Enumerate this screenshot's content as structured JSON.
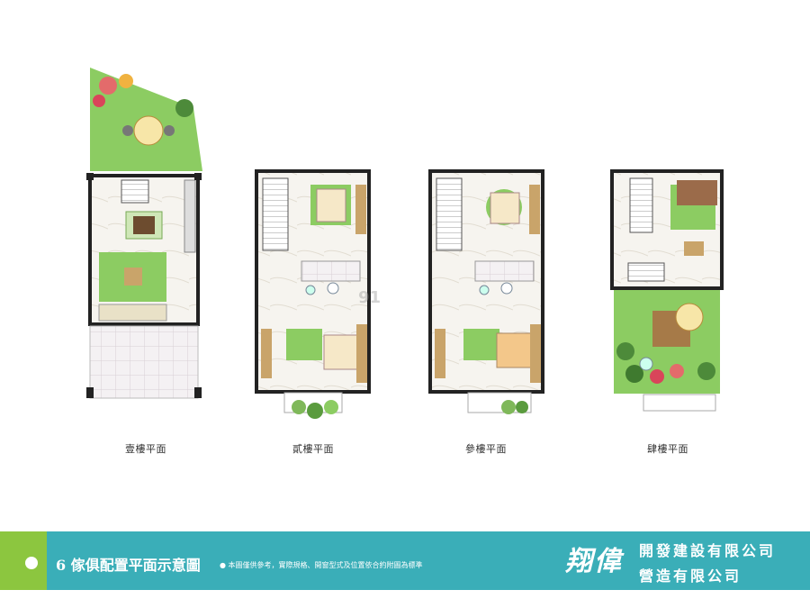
{
  "floors": [
    {
      "id": "floor-1",
      "label": "壹樓平面"
    },
    {
      "id": "floor-2",
      "label": "貳樓平面"
    },
    {
      "id": "floor-3",
      "label": "參樓平面"
    },
    {
      "id": "floor-4",
      "label": "肆樓平面"
    }
  ],
  "footer": {
    "title": "6 傢俱配置平面示意圖",
    "note": "● 本圖僅供參考，實際規格、開窗型式及位置依合約附圖為標準"
  },
  "brand": {
    "logo": "翔偉",
    "line1": "開發建設有限公司",
    "line2": "營造有限公司"
  },
  "watermark": "91",
  "colors": {
    "footer_bg": "#3aaeb8",
    "footer_accent": "#8cc63f",
    "grass": "#7cc15a",
    "wood": "#c9a46a",
    "wall": "#222222"
  }
}
